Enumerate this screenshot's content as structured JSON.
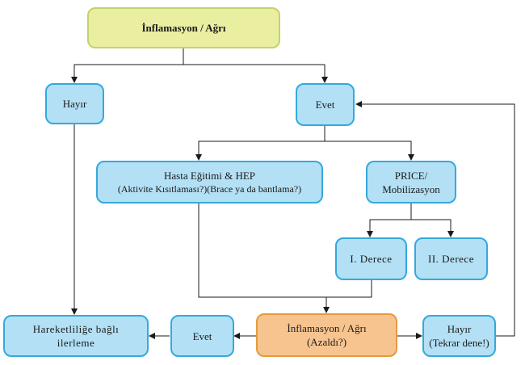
{
  "colors": {
    "blue_fill": "#b3e0f5",
    "blue_border": "#35a9dd",
    "yellow_fill": "#eaeea0",
    "yellow_border": "#c2d36a",
    "orange_fill": "#f7c48f",
    "orange_border": "#e69a3d",
    "line": "#1a1a1a"
  },
  "nodes": {
    "root": {
      "line1": "İnflamasyon / Ağrı"
    },
    "no_left": {
      "line1": "Hayır"
    },
    "yes_top": {
      "line1": "Evet"
    },
    "education": {
      "line1": "Hasta Eğitimi & HEP",
      "line2": "(Aktivite Kısıtlaması?)(Brace ya da bantlama?)"
    },
    "price": {
      "line1": "PRICE/",
      "line2": "Mobilizasyon"
    },
    "grade1": {
      "line1": "I. Derece"
    },
    "grade2": {
      "line1": "II. Derece"
    },
    "progression": {
      "line1": "Hareketliliğe bağlı",
      "line2": "ilerleme"
    },
    "yes_bottom": {
      "line1": "Evet"
    },
    "reassess": {
      "line1": "İnflamasyon / Ağrı",
      "line2": "(Azaldı?)"
    },
    "retry": {
      "line1": "Hayır",
      "line2": "(Tekrar dene!)"
    }
  }
}
